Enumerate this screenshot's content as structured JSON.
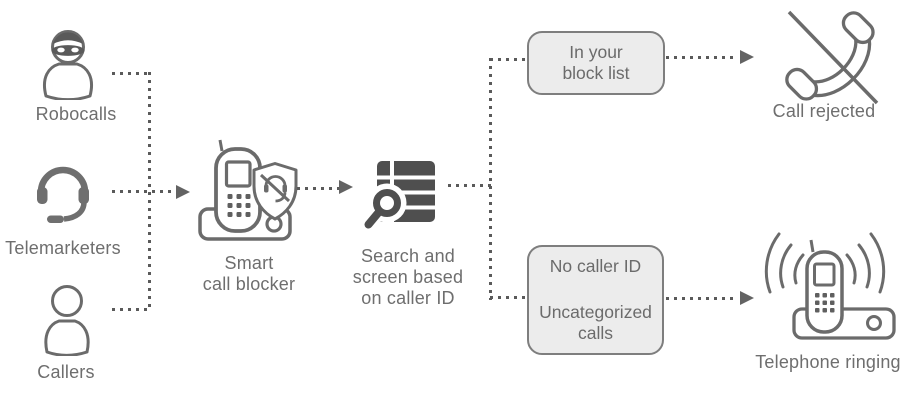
{
  "colors": {
    "connector_line": "#5a5a5a",
    "arrowhead": "#636363",
    "icon_outline": "#6b6b6b",
    "icon_solid": "#4f4f4f",
    "label_text": "#6e6e6e",
    "box_fill": "#ececec",
    "box_border": "#7e7e7e"
  },
  "sources": [
    {
      "label": "Robocalls",
      "icon": "masked-robocaller-icon"
    },
    {
      "label": "Telemarketers",
      "icon": "headset-icon"
    },
    {
      "label": "Callers",
      "icon": "person-icon"
    }
  ],
  "blocker": {
    "line1": "Smart",
    "line2": "call blocker",
    "icon": "cordless-phone-shield-icon"
  },
  "screening": {
    "line1": "Search and",
    "line2": "screen based",
    "line3": "on caller ID",
    "icon": "search-caller-list-icon"
  },
  "branches": {
    "block_list": {
      "line1": "In your",
      "line2": "block list"
    },
    "unknown": {
      "top": "No caller ID",
      "bottom_line1": "Uncategorized",
      "bottom_line2": "calls"
    }
  },
  "outcomes": {
    "rejected": {
      "label": "Call rejected",
      "icon": "crossed-handset-icon"
    },
    "ringing": {
      "label": "Telephone ringing",
      "icon": "ringing-phone-icon"
    }
  }
}
